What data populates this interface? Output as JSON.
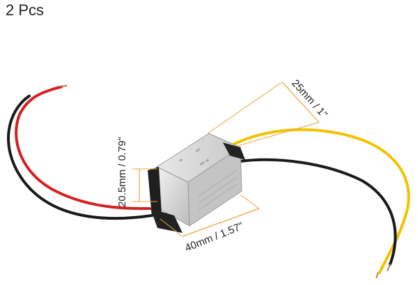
{
  "quantity_label": "2 Pcs",
  "dimensions": {
    "width_label": "25mm / 1\"",
    "height_label": "20.5mm / 0.79\"",
    "length_label": "40mm / 1.57\""
  },
  "module_label": {
    "in_text": "IN",
    "out_text": "OUT",
    "brand_text": "RU5 SE"
  },
  "colors": {
    "accent_dimension": "#f0a040",
    "wire_red": "#d42020",
    "wire_black": "#1a1a1a",
    "wire_yellow": "#f2c200",
    "housing": "#d8d8d8"
  }
}
